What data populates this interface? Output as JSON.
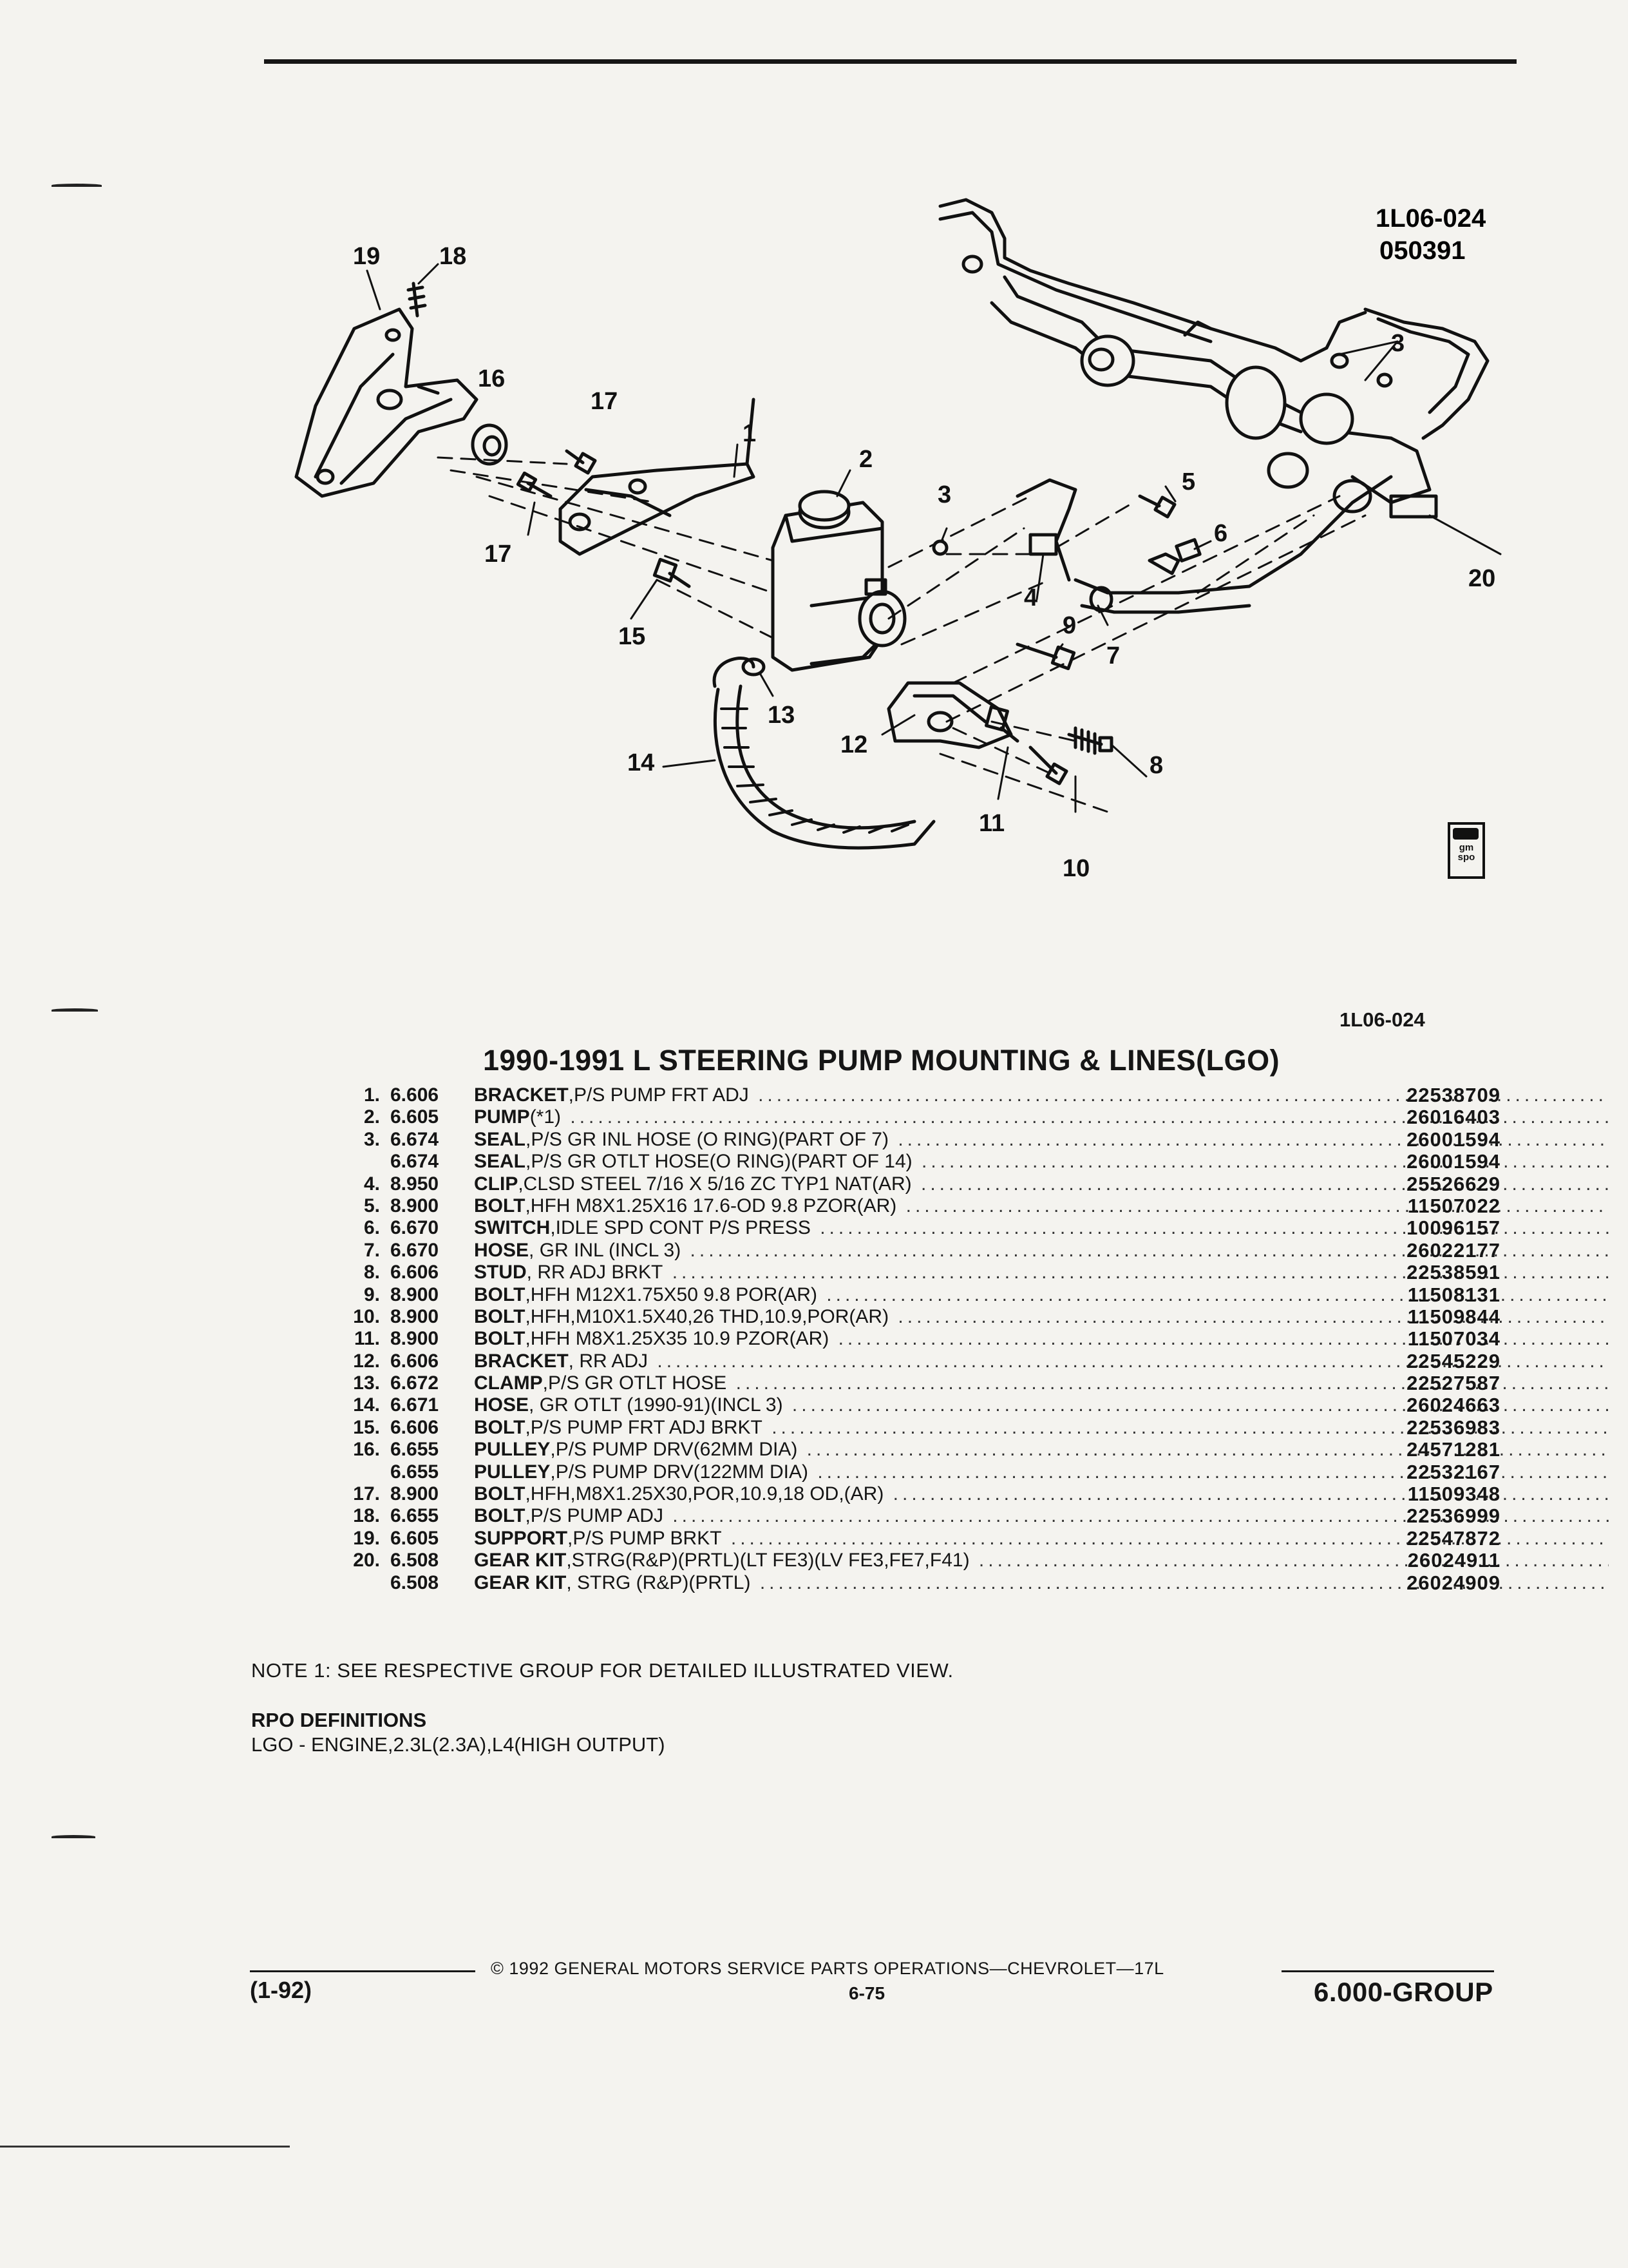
{
  "diagram": {
    "code": "1L06-024",
    "date_code": "050391",
    "callouts": [
      "19",
      "18",
      "16",
      "17",
      "1",
      "2",
      "3",
      "3",
      "5",
      "6",
      "17",
      "4",
      "9",
      "7",
      "15",
      "13",
      "12",
      "14",
      "8",
      "11",
      "10",
      "20"
    ]
  },
  "badge_text": "gm spo",
  "ref_code": "1L06-024",
  "title": "1990-1991 L STEERING PUMP MOUNTING & LINES(LGO)",
  "parts": [
    {
      "num": "1.",
      "grp": "6.606",
      "name": "BRACKET",
      "desc": ",P/S PUMP FRT ADJ",
      "pn": "22538709"
    },
    {
      "num": "2.",
      "grp": "6.605",
      "name": "PUMP",
      "desc": "(*1)",
      "pn": "26016403"
    },
    {
      "num": "3.",
      "grp": "6.674",
      "name": "SEAL",
      "desc": ",P/S GR INL HOSE (O RING)(PART OF 7)",
      "pn": "26001594"
    },
    {
      "num": "",
      "grp": "6.674",
      "name": "SEAL",
      "desc": ",P/S GR OTLT HOSE(O RING)(PART OF 14)",
      "pn": "26001594"
    },
    {
      "num": "4.",
      "grp": "8.950",
      "name": "CLIP",
      "desc": ",CLSD STEEL 7/16 X 5/16 ZC TYP1 NAT(AR)",
      "pn": "25526629"
    },
    {
      "num": "5.",
      "grp": "8.900",
      "name": "BOLT",
      "desc": ",HFH M8X1.25X16 17.6-OD 9.8 PZOR(AR)",
      "pn": "11507022"
    },
    {
      "num": "6.",
      "grp": "6.670",
      "name": "SWITCH",
      "desc": ",IDLE SPD CONT P/S PRESS",
      "pn": "10096157"
    },
    {
      "num": "7.",
      "grp": "6.670",
      "name": "HOSE",
      "desc": ", GR INL (INCL 3)",
      "pn": "26022177"
    },
    {
      "num": "8.",
      "grp": "6.606",
      "name": "STUD",
      "desc": ", RR ADJ BRKT",
      "pn": "22538591"
    },
    {
      "num": "9.",
      "grp": "8.900",
      "name": "BOLT",
      "desc": ",HFH M12X1.75X50 9.8 POR(AR)",
      "pn": "11508131"
    },
    {
      "num": "10.",
      "grp": "8.900",
      "name": "BOLT",
      "desc": ",HFH,M10X1.5X40,26 THD,10.9,POR(AR)",
      "pn": "11509844"
    },
    {
      "num": "11.",
      "grp": "8.900",
      "name": "BOLT",
      "desc": ",HFH M8X1.25X35 10.9 PZOR(AR)",
      "pn": "11507034"
    },
    {
      "num": "12.",
      "grp": "6.606",
      "name": "BRACKET",
      "desc": ", RR ADJ",
      "pn": "22545229"
    },
    {
      "num": "13.",
      "grp": "6.672",
      "name": "CLAMP",
      "desc": ",P/S GR OTLT HOSE",
      "pn": "22527587"
    },
    {
      "num": "14.",
      "grp": "6.671",
      "name": "HOSE",
      "desc": ", GR OTLT (1990-91)(INCL 3)",
      "pn": "26024663"
    },
    {
      "num": "15.",
      "grp": "6.606",
      "name": "BOLT",
      "desc": ",P/S PUMP FRT ADJ BRKT",
      "pn": "22536983"
    },
    {
      "num": "16.",
      "grp": "6.655",
      "name": "PULLEY",
      "desc": ",P/S PUMP DRV(62MM DIA)",
      "pn": "24571281"
    },
    {
      "num": "",
      "grp": "6.655",
      "name": "PULLEY",
      "desc": ",P/S PUMP DRV(122MM DIA)",
      "pn": "22532167"
    },
    {
      "num": "17.",
      "grp": "8.900",
      "name": "BOLT",
      "desc": ",HFH,M8X1.25X30,POR,10.9,18 OD,(AR)",
      "pn": "11509348"
    },
    {
      "num": "18.",
      "grp": "6.655",
      "name": "BOLT",
      "desc": ",P/S PUMP ADJ",
      "pn": "22536999"
    },
    {
      "num": "19.",
      "grp": "6.605",
      "name": "SUPPORT",
      "desc": ",P/S PUMP BRKT",
      "pn": "22547872"
    },
    {
      "num": "20.",
      "grp": "6.508",
      "name": "GEAR KIT",
      "desc": ",STRG(R&P)(PRTL)(LT FE3)(LV FE3,FE7,F41)",
      "pn": "26024911"
    },
    {
      "num": "",
      "grp": "6.508",
      "name": "GEAR KIT",
      "desc": ", STRG (R&P)(PRTL)",
      "pn": "26024909"
    }
  ],
  "note": "NOTE  1:  SEE RESPECTIVE GROUP FOR DETAILED ILLUSTRATED VIEW.",
  "rpo_heading": "RPO DEFINITIONS",
  "rpo_definition": "LGO - ENGINE,2.3L(2.3A),L4(HIGH OUTPUT)",
  "footer": {
    "copyright": "© 1992 GENERAL MOTORS SERVICE PARTS OPERATIONS—CHEVROLET—17L",
    "page": "6-75",
    "edition": "(1-92)",
    "group": "6.000-GROUP"
  }
}
